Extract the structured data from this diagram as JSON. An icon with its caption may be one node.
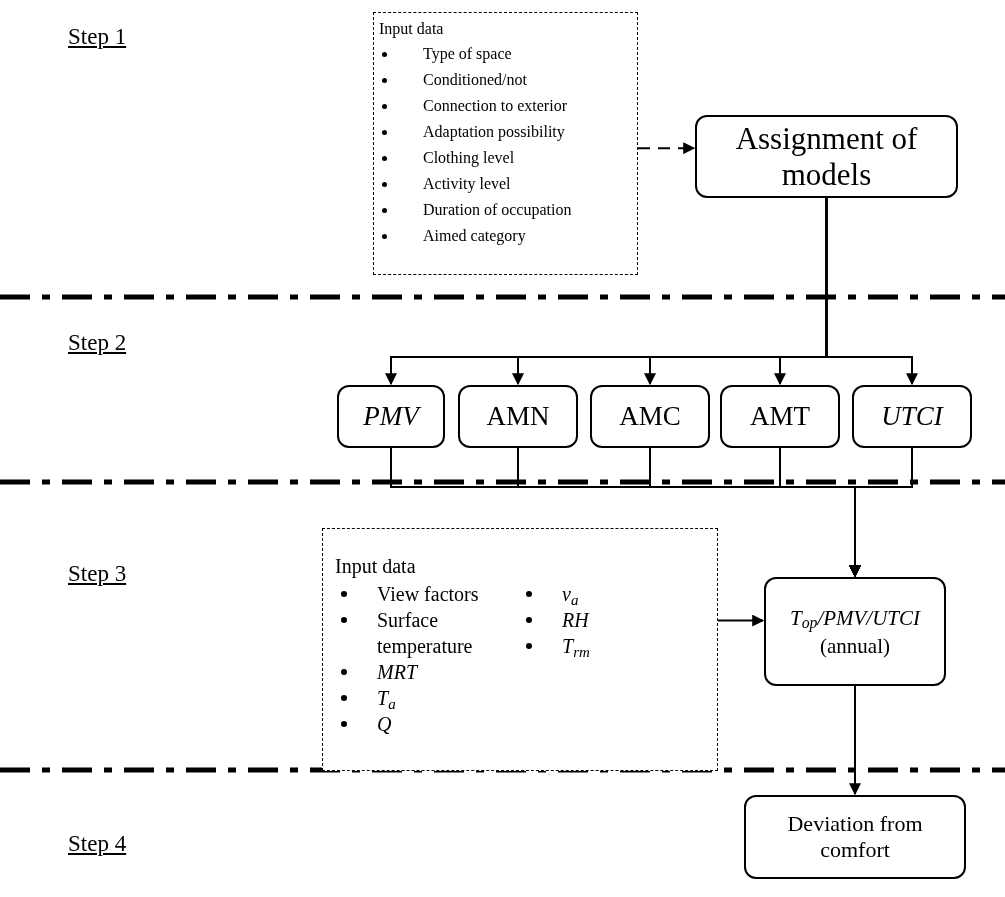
{
  "diagram": {
    "nodes": [
      {
        "text": [
          "Input data",
          "Type of space",
          "Conditioned/not",
          "Connection to exterior",
          "Adaptation possibility",
          "Clothing level",
          "Activity level",
          "Duration of occupation",
          "Aimed category"
        ]
      },
      {
        "text": [
          "Assignment of models"
        ]
      },
      {
        "text": [
          "PMV"
        ]
      },
      {
        "text": [
          "AMN"
        ]
      },
      {
        "text": [
          "AMC"
        ]
      },
      {
        "text": [
          "AMT"
        ]
      },
      {
        "text": [
          "UTCI"
        ]
      },
      {
        "text": [
          "Input data",
          "View factors",
          "Surface temperature",
          "MRT",
          "T$_{a}$",
          "Q",
          "v$_{a}$",
          "RH",
          "T$_{rm}$"
        ]
      },
      {
        "text": [
          "T$_{op}$/PMV/UTCI",
          "(annual)"
        ]
      },
      {
        "text": [
          "Deviation from comfort"
        ]
      }
    ],
    "edges": [
      {
        "from": 0,
        "to": 1,
        "arrow": "to",
        "style": "dashed"
      },
      {
        "from": 1,
        "to": 2,
        "arrow": "to"
      },
      {
        "from": 1,
        "to": 3,
        "arrow": "to"
      },
      {
        "from": 1,
        "to": 4,
        "arrow": "to"
      },
      {
        "from": 1,
        "to": 5,
        "arrow": "to"
      },
      {
        "from": 1,
        "to": 6,
        "arrow": "to"
      },
      {
        "from": 2,
        "to": 8,
        "arrow": "to"
      },
      {
        "from": 3,
        "to": 8,
        "arrow": "to"
      },
      {
        "from": 4,
        "to": 8,
        "arrow": "to"
      },
      {
        "from": 5,
        "to": 8,
        "arrow": "to"
      },
      {
        "from": 6,
        "to": 8,
        "arrow": "to"
      },
      {
        "from": 7,
        "to": 8,
        "arrow": "to"
      },
      {
        "from": 8,
        "to": 9,
        "arrow": "to"
      }
    ],
    "labels": [
      "Step 1",
      "Step 2",
      "Step 3",
      "Step 4"
    ]
  }
}
